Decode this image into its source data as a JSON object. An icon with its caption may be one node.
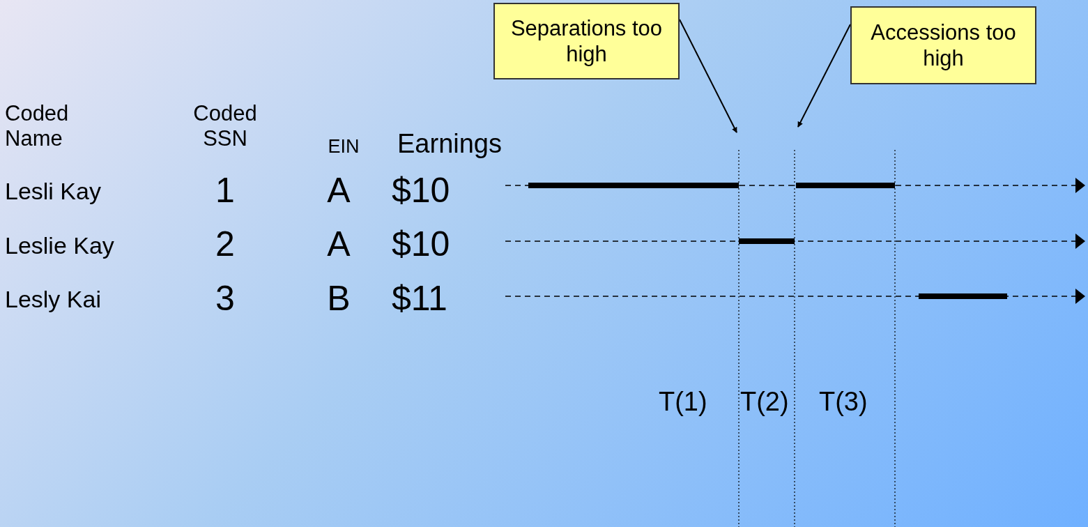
{
  "diagram": {
    "nodes": [
      {
        "text": [
          "Separations too high"
        ]
      },
      {
        "text": [
          "Accessions too high"
        ]
      }
    ],
    "edges": [
      {
        "from": 0,
        "to": null,
        "arrow": "to"
      },
      {
        "from": 1,
        "to": null,
        "arrow": "to"
      }
    ],
    "labels": [
      "Coded Name",
      "Coded SSN",
      "EIN",
      "Earnings",
      "Lesli Kay",
      "1",
      "A",
      "$10",
      "Leslie Kay",
      "2",
      "A",
      "$10",
      "Lesly Kai",
      "3",
      "B",
      "$11",
      "T(1)",
      "T(2)",
      "T(3)"
    ]
  }
}
